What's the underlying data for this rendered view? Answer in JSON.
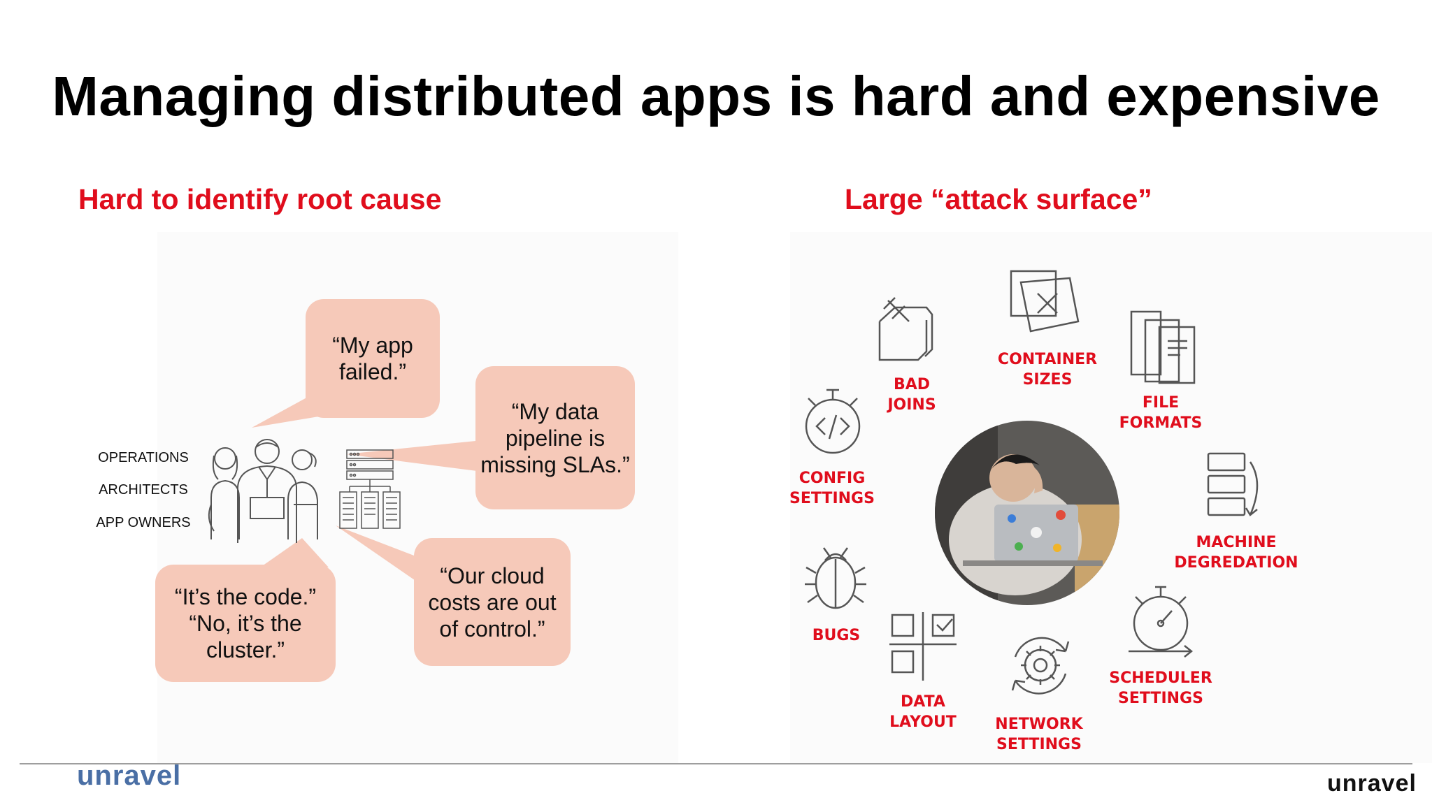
{
  "title": "Managing distributed apps is hard and expensive",
  "left": {
    "heading": "Hard to identify root cause",
    "roles": [
      "OPERATIONS",
      "ARCHITECTS",
      "APP OWNERS"
    ],
    "bubbles": {
      "app_failed": "“My app\nfailed.”",
      "pipeline": "“My data\npipeline is\nmissing SLAs.”",
      "code": "“It’s the code.”\n“No, it’s the\ncluster.”",
      "cloud": "“Our cloud\ncosts are out\nof control.”"
    }
  },
  "right": {
    "heading": "Large “attack surface”",
    "labels": {
      "bad_joins": "BAD\nJOINS",
      "container_sizes": "CONTAINER\nSIZES",
      "file_formats": "FILE\nFORMATS",
      "config_settings": "CONFIG\nSETTINGS",
      "machine_degradation": "MACHINE\nDEGREDATION",
      "bugs": "BUGS",
      "data_layout": "DATA\nLAYOUT",
      "network_settings": "NETWORK\nSETTINGS",
      "scheduler_settings": "SCHEDULER\nSETTINGS"
    }
  },
  "footer": {
    "logo_left": "unravel",
    "logo_right": "unravel"
  },
  "colors": {
    "accent_red": "#e00d1c",
    "bubble": "#f6c9b9",
    "icon_gray": "#555555"
  }
}
